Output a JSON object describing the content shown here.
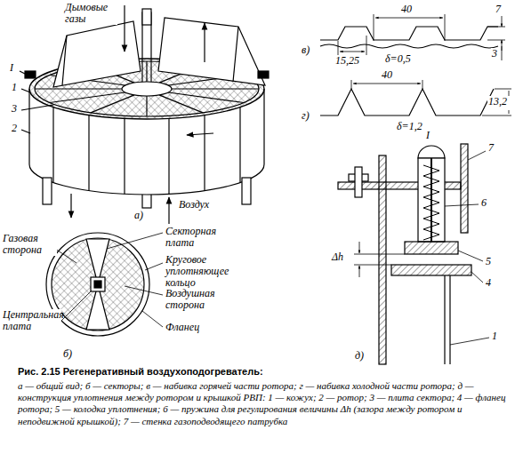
{
  "diagram": {
    "title": "Рис. 2.15 Регенеративный воздухоподогреватель:",
    "caption": "а — общий вид; б — секторы; в — набивка горячей части ротора; г — набивка холодной части ротора; д — конструкция уплотнения между ротором и крышкой РВП: 1 — кожух; 2 — ротор; 3 — плита сектора; 4 — фланец ротора; 5 — колодка уплотнения; 6 — пружина для регулирования величины Δh (зазора между ротором и неподвижной крышкой); 7 — стенка газоподводящего патрубка",
    "labels": [
      "Дымовые газы",
      "I",
      "1",
      "3",
      "2",
      "Воздух",
      "а)",
      "Газовая сторона",
      "Секторная плата",
      "Круговое уплотняющее кольцо",
      "Воздушная сторона",
      "Центральная плата",
      "Фланец",
      "б)",
      "40",
      "7",
      "3",
      "15,25",
      "δ=0,5",
      "в)",
      "40",
      "13,2",
      "δ=1,2",
      "г)",
      "I",
      "7",
      "6",
      "5",
      "4",
      "1",
      "Δh",
      "д)"
    ]
  }
}
